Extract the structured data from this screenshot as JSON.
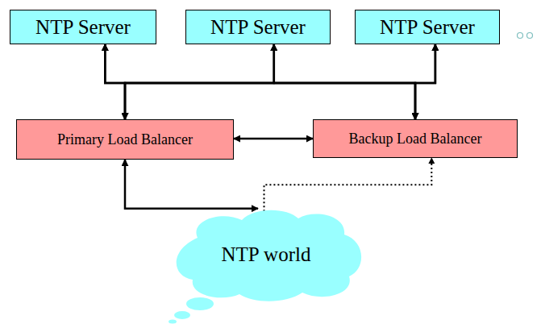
{
  "diagram": {
    "nodes": [
      {
        "text": [
          "NTP Server"
        ]
      },
      {
        "text": [
          "NTP Server"
        ]
      },
      {
        "text": [
          "NTP Server"
        ]
      },
      {
        "text": [
          "Primary Load Balancer"
        ]
      },
      {
        "text": [
          "Backup Load Balancer"
        ]
      },
      {
        "text": [
          "NTP world"
        ]
      }
    ],
    "edges": [
      {
        "from": 3,
        "to": 0,
        "arrow": "both"
      },
      {
        "from": 3,
        "to": 1,
        "arrow": "both"
      },
      {
        "from": 3,
        "to": 2,
        "arrow": "both"
      },
      {
        "from": 4,
        "to": 0,
        "arrow": "both"
      },
      {
        "from": 4,
        "to": 1,
        "arrow": "both"
      },
      {
        "from": 4,
        "to": 2,
        "arrow": "both"
      },
      {
        "from": 3,
        "to": 4,
        "arrow": "both"
      },
      {
        "from": 3,
        "to": 5,
        "arrow": "both"
      },
      {
        "from": 5,
        "to": 4,
        "arrow": "to"
      }
    ]
  }
}
